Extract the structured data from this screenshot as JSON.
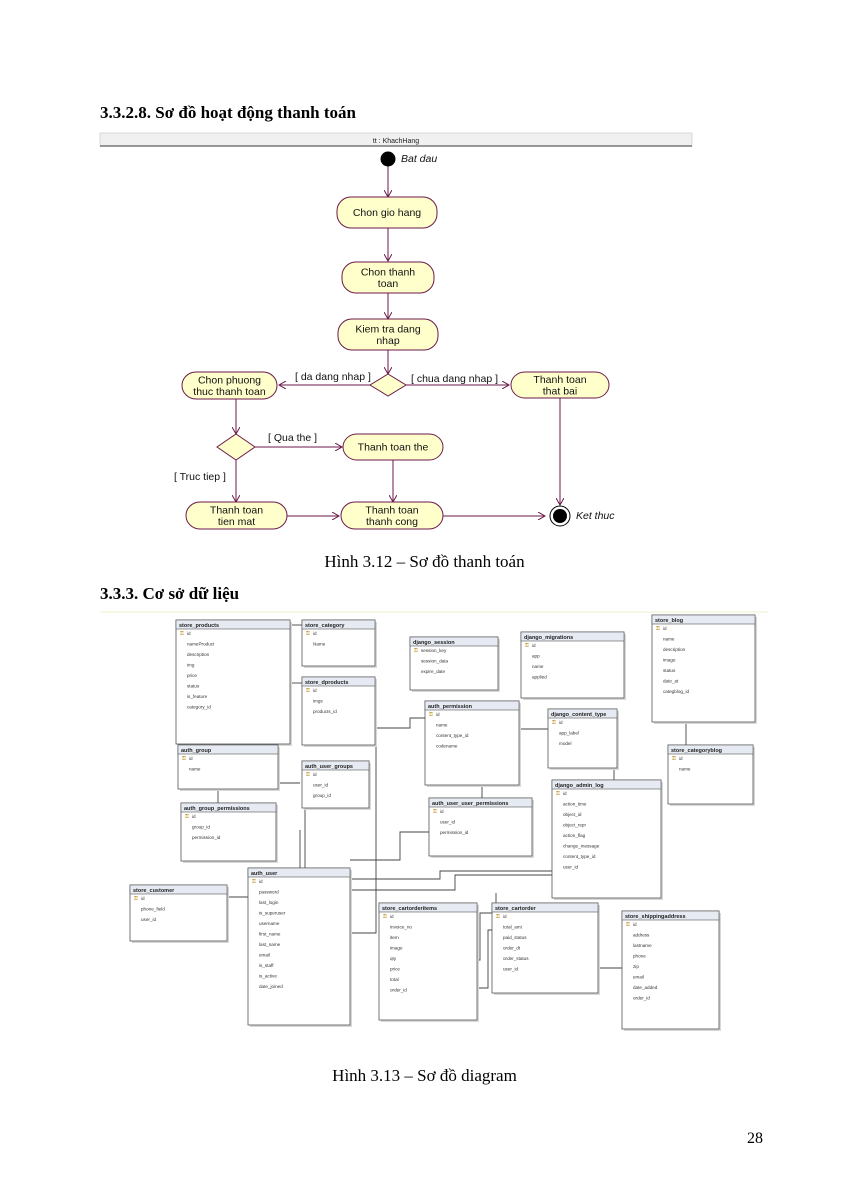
{
  "section_activity": "3.3.2.8. Sơ đồ hoạt động thanh toán",
  "section_database": "3.3.3. Cơ sở dữ liệu",
  "activity": {
    "swimlane": "tt : KhachHang",
    "start": "Bat dau",
    "end": "Ket thuc",
    "nodes": {
      "chon_gio_hang": [
        "Chon gio hang"
      ],
      "chon_thanh_toan": [
        "Chon thanh",
        "toan"
      ],
      "kiem_tra": [
        "Kiem tra dang",
        "nhap"
      ],
      "chon_phuong_thuc": [
        "Chon phuong",
        "thuc thanh toan"
      ],
      "that_bai": [
        "Thanh toan",
        "that bai"
      ],
      "thanh_toan_the": [
        "Thanh toan the"
      ],
      "tien_mat": [
        "Thanh toan",
        "tien mat"
      ],
      "thanh_cong": [
        "Thanh toan",
        "thanh cong"
      ]
    },
    "guards": {
      "da_dang_nhap": "[ da dang nhap ]",
      "chua_dang_nhap": "[ chua dang nhap ]",
      "qua_the": "[ Qua the ]",
      "truc_tiep": "[ Truc tiep ]"
    }
  },
  "caption_activity": "Hình 3.12 – Sơ đồ thanh toán",
  "db_tables": [
    {
      "name": "store_products",
      "cols": [
        "id",
        "nameProduct",
        "description",
        "img",
        "price",
        "status",
        "is_feature",
        "category_id"
      ]
    },
    {
      "name": "store_category",
      "cols": [
        "id",
        "Name"
      ]
    },
    {
      "name": "django_session",
      "cols": [
        "session_key",
        "session_data",
        "expire_date"
      ]
    },
    {
      "name": "django_migrations",
      "cols": [
        "id",
        "app",
        "name",
        "applied"
      ]
    },
    {
      "name": "store_blog",
      "cols": [
        "id",
        "name",
        "description",
        "image",
        "status",
        "date_at",
        "categblog_id"
      ]
    },
    {
      "name": "store_dproducts",
      "cols": [
        "id",
        "imgs",
        "products_id"
      ]
    },
    {
      "name": "auth_permission",
      "cols": [
        "id",
        "name",
        "content_type_id",
        "codename"
      ]
    },
    {
      "name": "django_content_type",
      "cols": [
        "id",
        "app_label",
        "model"
      ]
    },
    {
      "name": "store_categoryblog",
      "cols": [
        "id",
        "name"
      ]
    },
    {
      "name": "auth_group",
      "cols": [
        "id",
        "name"
      ]
    },
    {
      "name": "auth_user_groups",
      "cols": [
        "id",
        "user_id",
        "group_id"
      ]
    },
    {
      "name": "django_admin_log",
      "cols": [
        "id",
        "action_time",
        "object_id",
        "object_repr",
        "action_flag",
        "change_message",
        "content_type_id",
        "user_id"
      ]
    },
    {
      "name": "auth_group_permissions",
      "cols": [
        "id",
        "group_id",
        "permission_id"
      ]
    },
    {
      "name": "auth_user_user_permissions",
      "cols": [
        "id",
        "user_id",
        "permission_id"
      ]
    },
    {
      "name": "store_customer",
      "cols": [
        "id",
        "phone_field",
        "user_id"
      ]
    },
    {
      "name": "auth_user",
      "cols": [
        "id",
        "password",
        "last_login",
        "is_superuser",
        "username",
        "first_name",
        "last_name",
        "email",
        "is_staff",
        "is_active",
        "date_joined"
      ]
    },
    {
      "name": "store_cartorderitems",
      "cols": [
        "id",
        "invoice_no",
        "item",
        "image",
        "qty",
        "price",
        "total",
        "order_id"
      ]
    },
    {
      "name": "store_cartorder",
      "cols": [
        "id",
        "total_amt",
        "paid_status",
        "order_dt",
        "order_status",
        "user_id"
      ]
    },
    {
      "name": "store_shippingaddress",
      "cols": [
        "id",
        "address",
        "lastname",
        "phone",
        "zip",
        "email",
        "date_added",
        "order_id"
      ]
    }
  ],
  "caption_database": "Hình 3.13 – Sơ đồ diagram",
  "page_number": "28"
}
